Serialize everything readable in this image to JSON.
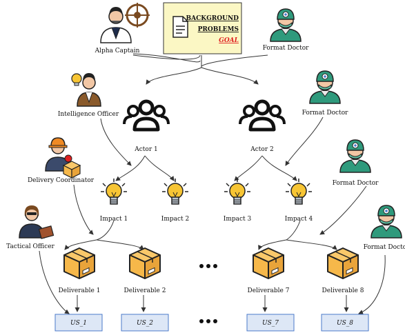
{
  "note": {
    "lines": [
      "BACKGROUND",
      "PROBLEMS",
      "GOAL"
    ],
    "line_colors": [
      "#111111",
      "#111111",
      "#e02020"
    ]
  },
  "agents": {
    "alpha_captain": "Alpha Captain",
    "intelligence_officer": "Intelligence Officer",
    "delivery_coordinator": "Delivery Coordinator",
    "tactical_officer": "Tactical Officer",
    "format_doctor": "Format Doctor"
  },
  "actors": [
    "Actor 1",
    "Actor 2"
  ],
  "impacts": [
    "Impact 1",
    "Impact 2",
    "Impact 3",
    "Impact 4"
  ],
  "deliverables": [
    "Deliverable 1",
    "Deliverable 2",
    "Deliverable 7",
    "Deliverable 8"
  ],
  "user_stories": [
    "US_1",
    "US_2",
    "US_7",
    "US_8"
  ],
  "colors": {
    "note_bg": "#fbf7c4",
    "story_bg": "#dde7f6",
    "story_border": "#4a79c9",
    "bulb": "#f7c534",
    "box": "#f6b84a",
    "scrub": "#2f9a7c",
    "arrow": "#333333"
  }
}
